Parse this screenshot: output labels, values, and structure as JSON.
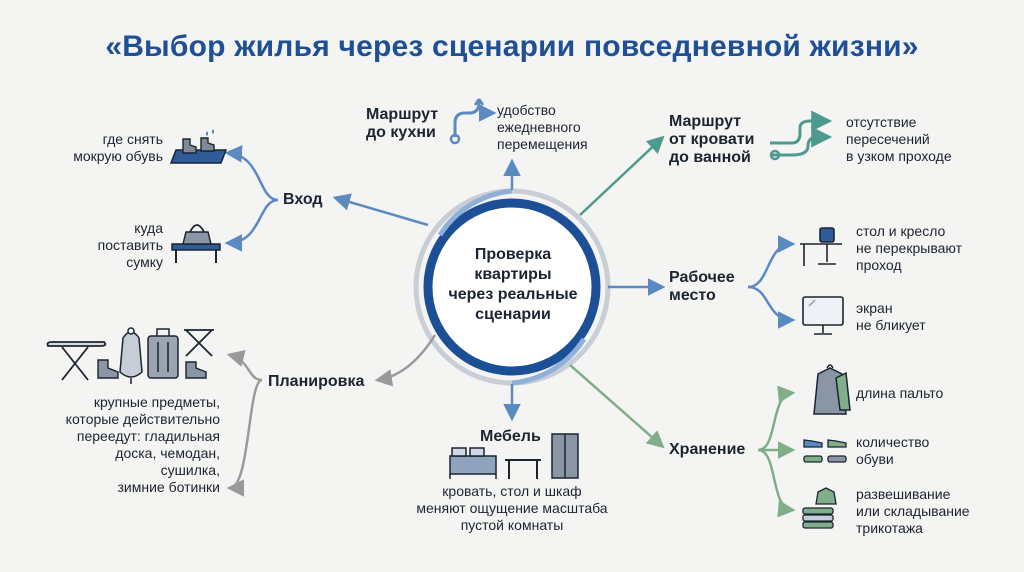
{
  "title": "«Выбор жилья через сценарии повседневной жизни»",
  "center": "Проверка\nквартиры\nчерез реальные\nсценарии",
  "nodes": {
    "entrance": {
      "label": "Вход",
      "items": [
        "где снять\nмокрую обувь",
        "куда\nпоставить\nсумку"
      ]
    },
    "kitchen_route": {
      "label": "Маршрут\nдо кухни",
      "note": "удобство\nежедневного\nперемещения"
    },
    "bath_route": {
      "label": "Маршрут\nот кровати\nдо ванной",
      "note": "отсутствие\nпересечений\nв узком проходе"
    },
    "workplace": {
      "label": "Рабочее\nместо",
      "items": [
        "стол и кресло\nне перекрывают\nпроход",
        "экран\nне бликует"
      ]
    },
    "layout": {
      "label": "Планировка",
      "note": "крупные предметы,\nкоторые действительно\nпереедут: гладильная\nдоска, чемодан,\nсушилка,\nзимние ботинки"
    },
    "furniture": {
      "label": "Мебель",
      "note": "кровать, стол и шкаф\nменяют ощущение масштаба\nпустой комнаты"
    },
    "storage": {
      "label": "Хранение",
      "items": [
        "длина пальто",
        "количество\nобуви",
        "развешивание\nили складывание\nтрикотажа"
      ]
    }
  },
  "colors": {
    "title": "#1f4f94",
    "ring": "#1d4f96",
    "blue_branch": "#5b8ac2",
    "teal_branch": "#4f9a8e",
    "green_branch": "#7fae88",
    "grey_branch": "#9a9a9a"
  }
}
